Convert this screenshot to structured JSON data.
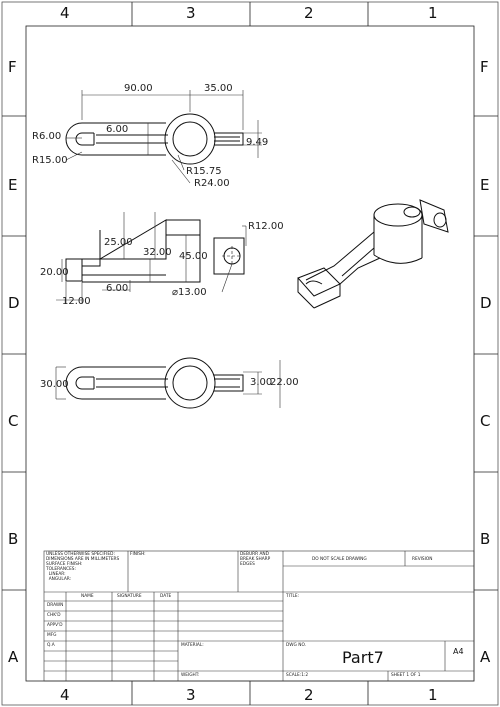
{
  "zones": {
    "top": [
      "4",
      "3",
      "2",
      "1"
    ],
    "bottom": [
      "4",
      "3",
      "2",
      "1"
    ],
    "left": [
      "F",
      "E",
      "D",
      "C",
      "B",
      "A"
    ],
    "right": [
      "F",
      "E",
      "D",
      "C",
      "B",
      "A"
    ]
  },
  "top_view": {
    "dim_90": "90.00",
    "dim_35": "35.00",
    "dim_r6": "R6.00",
    "dim_6": "6.00",
    "dim_r15": "R15.00",
    "dim_9_49": "9.49",
    "dim_r15_75": "R15.75",
    "dim_r24": "R24.00"
  },
  "front_view": {
    "dim_r12": "R12.00",
    "dim_25": "25.00",
    "dim_32": "32.00",
    "dim_45": "45.00",
    "dim_20": "20.00",
    "dim_6": "6.00",
    "dim_dia13": "⌀13.00",
    "dim_12": "12.00"
  },
  "bottom_view": {
    "dim_30": "30.00",
    "dim_3": "3.00",
    "dim_22": "22.00"
  },
  "title_block": {
    "general_notes": "UNLESS OTHERWISE SPECIFIED:\nDIMENSIONS ARE IN MILLIMETERS\nSURFACE FINISH:\nTOLERANCES:\n  LINEAR:\n  ANGULAR:",
    "finish": "FINISH:",
    "deburr": "DEBURR AND\nBREAK SHARP\nEDGES",
    "do_not_scale": "DO NOT SCALE DRAWING",
    "revision": "REVISION",
    "col_name": "NAME",
    "col_signature": "SIGNATURE",
    "col_date": "DATE",
    "title_label": "TITLE:",
    "rows": [
      "DRAWN",
      "CHK'D",
      "APPV'D",
      "MFG",
      "Q.A"
    ],
    "material": "MATERIAL:",
    "weight": "WEIGHT:",
    "dwg_no": "DWG NO.",
    "part_name": "Part7",
    "sheet_size": "A4",
    "scale": "SCALE:1:2",
    "sheet": "SHEET 1 OF 1"
  }
}
